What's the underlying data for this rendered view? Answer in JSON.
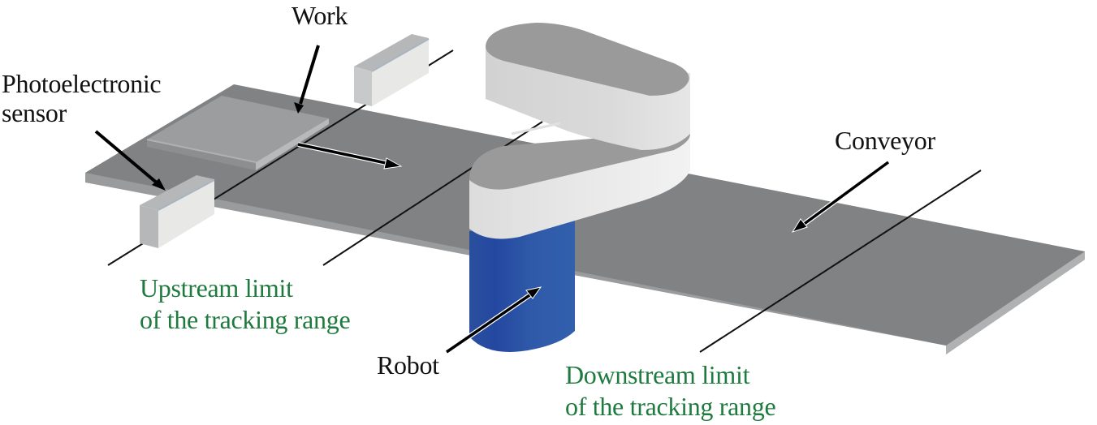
{
  "diagram": {
    "title": "Conveyor tracking setup",
    "labels": {
      "work": "Work",
      "photo_sensor_line1": "Photoelectronic",
      "photo_sensor_line2": "sensor",
      "conveyor": "Conveyor",
      "robot": "Robot",
      "upstream_line1": "Upstream limit",
      "upstream_line2": "of the tracking range",
      "downstream_line1": "Downstream limit",
      "downstream_line2": "of the tracking range"
    },
    "colors": {
      "conveyor_top": "#818283",
      "conveyor_edge": "#a3a4a5",
      "work_top": "#9c9d9e",
      "robot_arm_top": "#9a9a9a",
      "robot_arm_side": "#e6e6e6",
      "robot_base": "#2f59a8",
      "sensor_front": "#e8e8e6",
      "sensor_side": "#b5b6b7",
      "limit_label": "#1e7a3e",
      "text": "#111111"
    }
  }
}
